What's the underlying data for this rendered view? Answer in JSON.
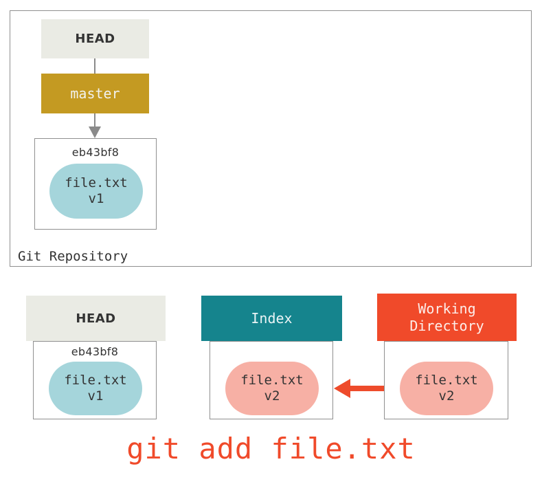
{
  "diagram": {
    "title": "git add file.txt",
    "colors": {
      "head_bg": "#EAEBE4",
      "master_bg": "#C49A22",
      "index_bg": "#15848D",
      "workdir_bg": "#F04A2A",
      "blob_blue": "#A5D5DB",
      "blob_pink": "#F7B0A5",
      "arrow_red": "#EE4B2B",
      "border_gray": "#8f8f8f",
      "text_dark": "#333333"
    }
  },
  "repository": {
    "label": "Git Repository",
    "head": {
      "label": "HEAD"
    },
    "branch": {
      "label": "master"
    },
    "commit": {
      "sha": "eb43bf8",
      "blob": {
        "file": "file.txt",
        "version": "v1"
      }
    }
  },
  "areas": [
    {
      "key": "head",
      "header": "HEAD",
      "sha": "eb43bf8",
      "blob": {
        "file": "file.txt",
        "version": "v1"
      }
    },
    {
      "key": "index",
      "header": "Index",
      "sha": "",
      "blob": {
        "file": "file.txt",
        "version": "v2"
      }
    },
    {
      "key": "working-directory",
      "header_line1": "Working",
      "header_line2": "Directory",
      "sha": "",
      "blob": {
        "file": "file.txt",
        "version": "v2"
      }
    }
  ],
  "caption": "git add file.txt"
}
